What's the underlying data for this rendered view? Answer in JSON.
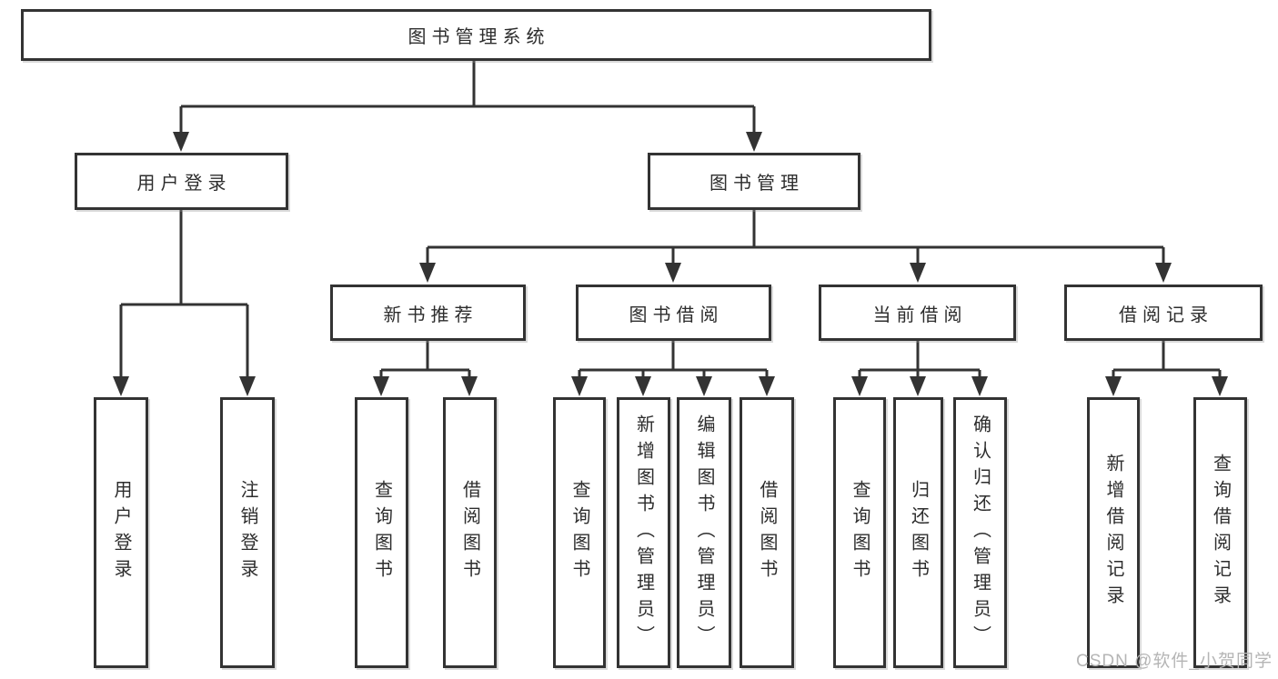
{
  "diagram": {
    "root": {
      "label": "图书管理系统"
    },
    "level2": [
      {
        "label": "用户登录"
      },
      {
        "label": "图书管理"
      }
    ],
    "level3": [
      {
        "label": "新书推荐"
      },
      {
        "label": "图书借阅"
      },
      {
        "label": "当前借阅"
      },
      {
        "label": "借阅记录"
      }
    ],
    "level4": {
      "user_login": [
        "用户登录",
        "注销登录"
      ],
      "new_book_recommendation": [
        "查询图书",
        "借阅图书"
      ],
      "book_borrowing": [
        "查询图书",
        "新增图书（管理员）",
        "编辑图书（管理员）",
        "借阅图书"
      ],
      "current_borrowing": [
        "查询图书",
        "归还图书",
        "确认归还（管理员）"
      ],
      "borrowing_records": [
        "新增借阅记录",
        "查询借阅记录"
      ]
    }
  },
  "watermark": "CSDN @软件_小贺同学",
  "colors": {
    "line": "#333333",
    "text": "#2d2d2d",
    "background": "#ffffff",
    "watermark": "#b5b5b5"
  }
}
